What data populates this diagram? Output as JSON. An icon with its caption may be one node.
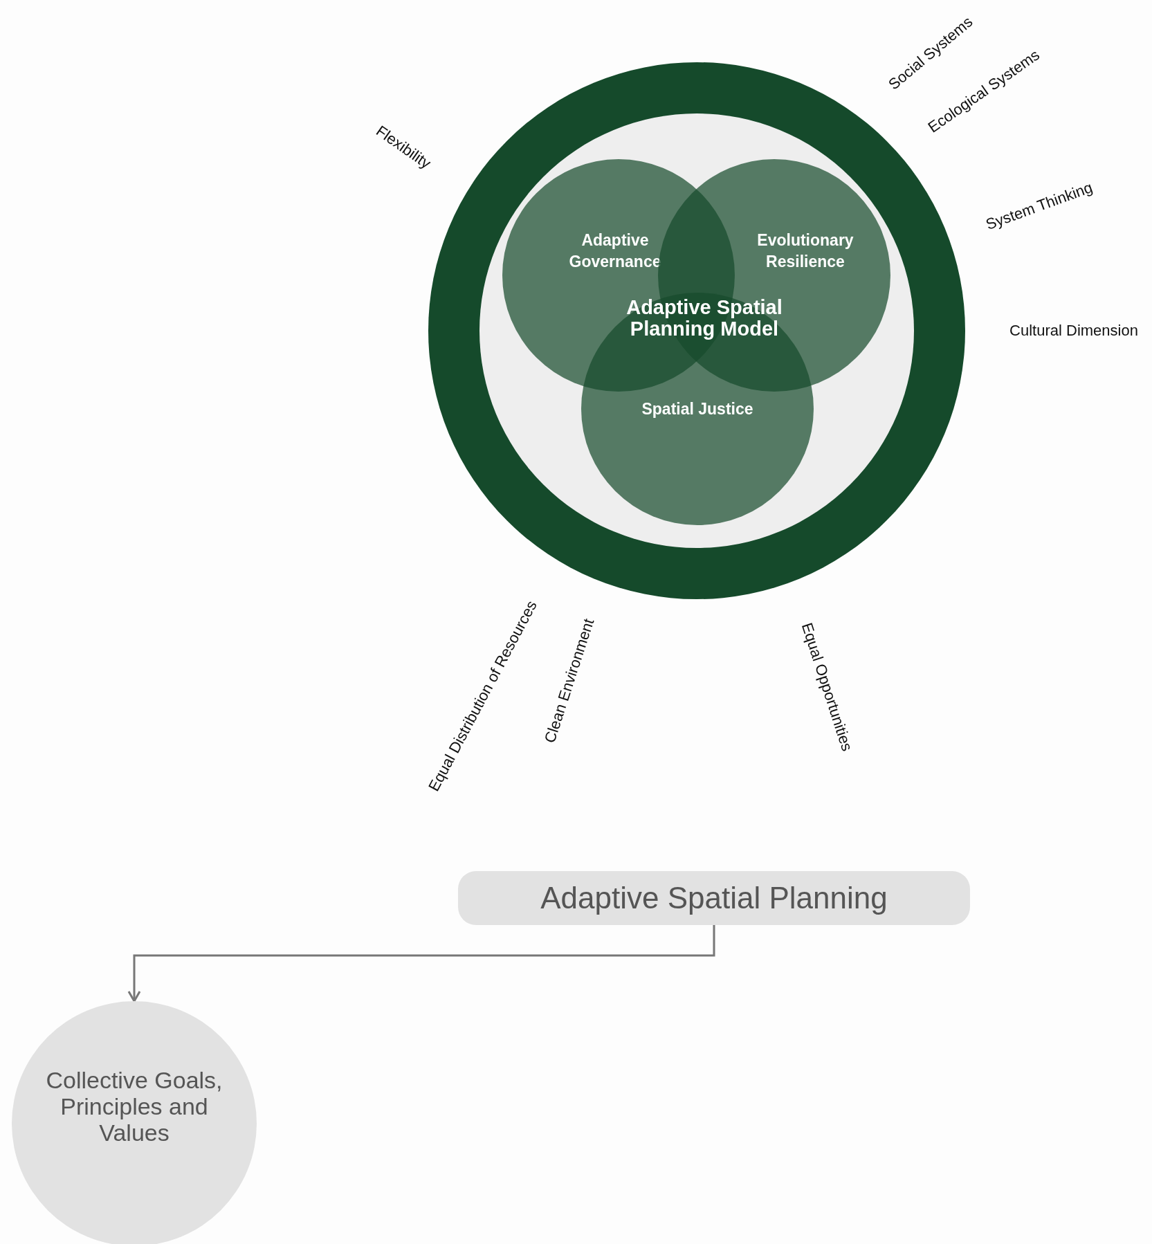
{
  "diagram": {
    "nodes": [
      {
        "text": [],
        "shape": "circle"
      },
      {
        "text": [
          "Adaptive Governance"
        ],
        "in": 0
      },
      {
        "text": [
          "Evolutionary Resilience"
        ],
        "in": 0
      },
      {
        "text": [
          "Spatial Justice"
        ],
        "in": 0
      },
      {
        "text": [
          "Adaptive Spatial Planning"
        ]
      },
      {
        "text": [
          "Collective Goals, Principles and Values"
        ]
      }
    ],
    "edges": [
      {
        "from": 4,
        "to": 5,
        "arrow": "to"
      }
    ],
    "labels": [
      "Social Systems",
      "Ecological Systems",
      "Flexibility",
      "System Thinking",
      "Adaptive Spatial Planning Model",
      "Cultural Dimension",
      "Equal Distribution of Resources",
      "Clean Environment",
      "Equal Opportunities"
    ]
  }
}
